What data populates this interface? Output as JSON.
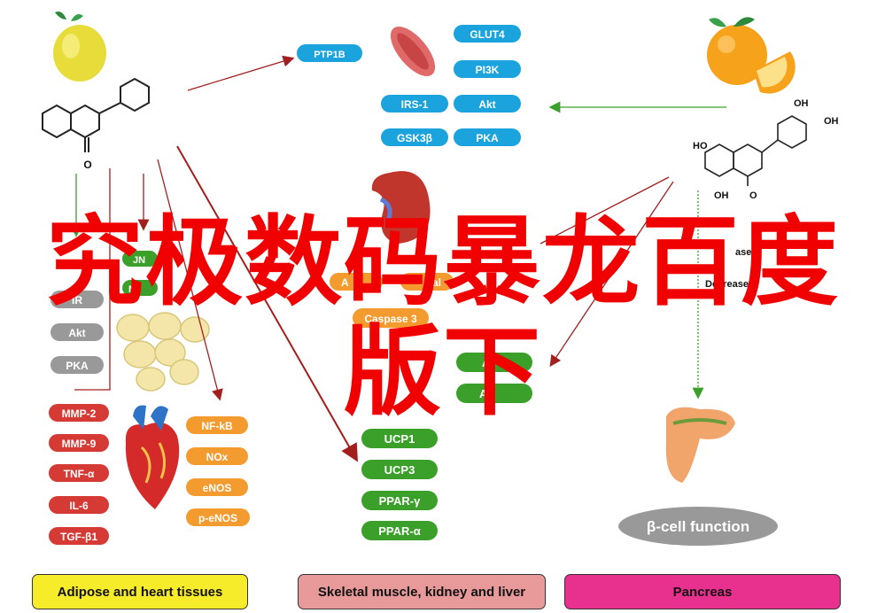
{
  "colors": {
    "blue": "#1aa3dc",
    "red": "#d63a35",
    "green": "#3aa02a",
    "orange": "#f49b30",
    "grey": "#999999",
    "arrow_red": "#a31e1e",
    "arrow_green": "#3aa02a",
    "overlay": "#f00000"
  },
  "top_center": {
    "ptp1b": "PTP1B",
    "glut4": "GLUT4",
    "pi3k": "PI3K",
    "irs1": "IRS-1",
    "akt": "Akt",
    "gsk3b": "GSK3β",
    "pka": "PKA"
  },
  "left_column": {
    "grey": [
      "IR",
      "Akt",
      "PKA"
    ],
    "red": [
      "MMP-2",
      "MMP-9",
      "TNF-α",
      "IL-6",
      "TGF-β1"
    ],
    "partial_top": [
      "JN",
      "M"
    ]
  },
  "heart_panel": {
    "orange": [
      "NF-kB",
      "NOx",
      "eNOS",
      "p-eNOS"
    ]
  },
  "center_column": {
    "caspase": "Caspase 3",
    "partial": [
      "A",
      "al"
    ],
    "green": [
      "UCP1",
      "UCP3",
      "PPAR-γ",
      "PPAR-α"
    ],
    "right_green": [
      "A",
      "AT"
    ]
  },
  "right_column": {
    "legend_increased": "ased",
    "legend_decreased": "Decreased",
    "oh_labels": [
      "HO",
      "OH",
      "OH",
      "OH",
      "O"
    ],
    "beta_cell": "β-cell function"
  },
  "left_molecule": {
    "o_label": "O"
  },
  "footers": {
    "adipose": "Adipose and heart tissues",
    "skeletal": "Skeletal muscle, kidney and liver",
    "pancreas": "Pancreas"
  },
  "footer_colors": {
    "adipose": "#f6ec2a",
    "skeletal": "#e89a9a",
    "pancreas": "#e8308f"
  },
  "overlay": {
    "line1": "究极数码暴龙百度",
    "line2": "版下"
  }
}
